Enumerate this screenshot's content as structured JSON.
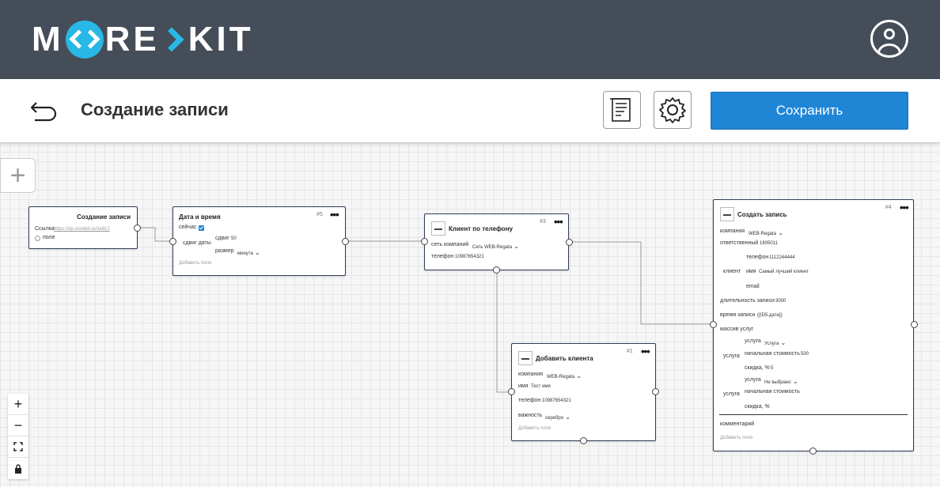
{
  "app": {
    "logo_text_1": "M",
    "logo_text_2": "RE",
    "logo_text_3": "KIT",
    "accent": "#28b8e6",
    "topbar_color": "#454d59",
    "primary_color": "#1f86d6"
  },
  "header": {
    "title": "Создание записи",
    "save_label": "Сохранить",
    "back_icon": "back-arrow-icon",
    "doc_icon": "document-icon",
    "settings_icon": "gear-icon"
  },
  "canvas": {
    "add_icon": "plus-icon",
    "zoom": {
      "in": "+",
      "out": "−",
      "fit_icon": "fit-screen-icon",
      "lock_icon": "lock-icon"
    }
  },
  "nodes": {
    "trigger": {
      "title": "Создание записи",
      "link_label": "Ссылка",
      "link_value": "https://ep.morekit.io/2e812",
      "field_label": "поле"
    },
    "datetime": {
      "title": "Дата и время",
      "num": "#5",
      "now_label": "сейчас",
      "shift_label": "сдвиг даты",
      "shift_sub": "сдвиг",
      "shift_value": "50",
      "size_label": "размер",
      "size_value": "минута",
      "add_field": "Добавить поле"
    },
    "client_phone": {
      "title": "Клиент по телефону",
      "num": "#3",
      "network_label": "сеть компаний",
      "network_value": "Сеть WEB-Regata",
      "phone_label": "телефон",
      "phone_value": "10987654321"
    },
    "add_client": {
      "title": "Добавить клиента",
      "num": "#1",
      "company_label": "компания",
      "company_value": "WEB-Regata",
      "name_label": "имя",
      "name_value": "Тест имя",
      "phone_label": "телефон",
      "phone_value": "10987654321",
      "importance_label": "важность",
      "importance_value": "серебро",
      "add_field": "Добавить поле"
    },
    "create_record": {
      "title": "Создать запись",
      "num": "#4",
      "company_label": "компания",
      "company_value": "WEB-Regata",
      "responsible_label": "ответственный",
      "responsible_value": "1605011",
      "client_label": "клиент",
      "phone_label": "телефон",
      "phone_value": "1112244444",
      "name_label": "имя",
      "name_value": "Самый лучший клиент",
      "email_label": "email",
      "duration_label": "длительность записи",
      "duration_value": "3000",
      "time_label": "время записи",
      "time_value": "{{ID5.дата}}",
      "services_label": "массив услуг",
      "service_group_label": "услуга",
      "service_label": "услуга",
      "service1_value": "Услуга",
      "start_cost_label": "начальная стоимость",
      "start_cost_value": "500",
      "discount_label": "скидка, %",
      "discount_value": "5",
      "service2_value": "Не выбрано",
      "comment_label": "комментарий",
      "add_field": "Добавить поле"
    }
  }
}
